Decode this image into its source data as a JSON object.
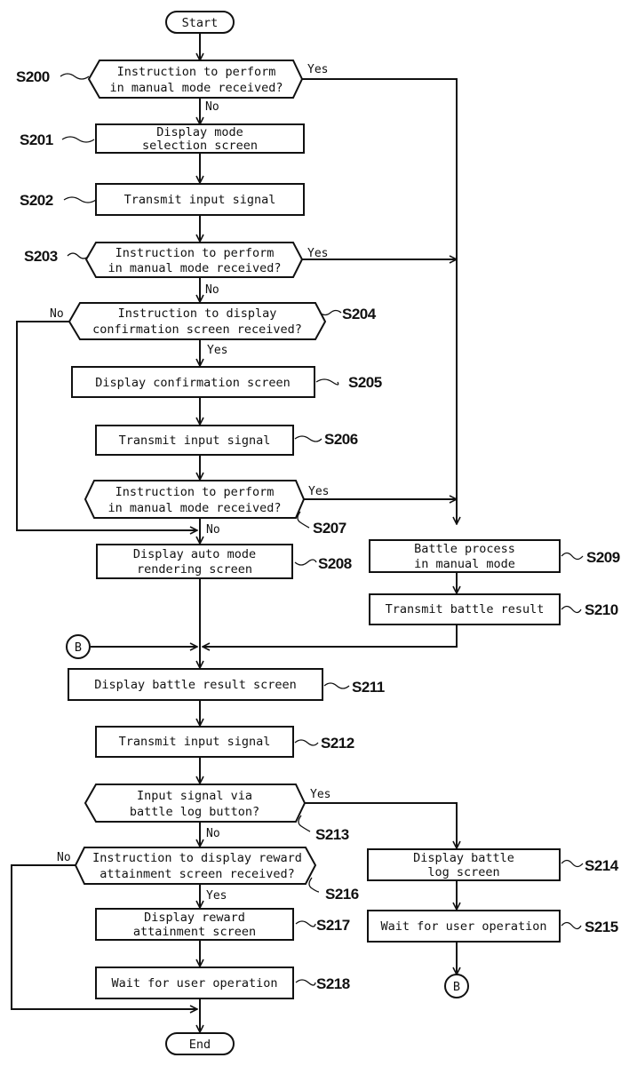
{
  "diagram": {
    "terminals": {
      "start": "Start",
      "end": "End",
      "connector": "B"
    },
    "steps": {
      "S200": {
        "id": "S200",
        "type": "decision",
        "lines": [
          "Instruction to perform",
          "in manual mode received?"
        ]
      },
      "S201": {
        "id": "S201",
        "type": "process",
        "lines": [
          "Display mode",
          "selection screen"
        ]
      },
      "S202": {
        "id": "S202",
        "type": "process",
        "lines": [
          "Transmit input signal"
        ]
      },
      "S203": {
        "id": "S203",
        "type": "decision",
        "lines": [
          "Instruction to perform",
          "in manual mode received?"
        ]
      },
      "S204": {
        "id": "S204",
        "type": "decision",
        "lines": [
          "Instruction to display",
          "confirmation screen received?"
        ]
      },
      "S205": {
        "id": "S205",
        "type": "process",
        "lines": [
          "Display confirmation screen"
        ]
      },
      "S206": {
        "id": "S206",
        "type": "process",
        "lines": [
          "Transmit input signal"
        ]
      },
      "S207": {
        "id": "S207",
        "type": "decision",
        "lines": [
          "Instruction to perform",
          "in manual mode received?"
        ]
      },
      "S208": {
        "id": "S208",
        "type": "process",
        "lines": [
          "Display auto mode",
          "rendering screen"
        ]
      },
      "S209": {
        "id": "S209",
        "type": "process",
        "lines": [
          "Battle process",
          "in manual mode"
        ]
      },
      "S210": {
        "id": "S210",
        "type": "process",
        "lines": [
          "Transmit battle result"
        ]
      },
      "S211": {
        "id": "S211",
        "type": "process",
        "lines": [
          "Display battle result screen"
        ]
      },
      "S212": {
        "id": "S212",
        "type": "process",
        "lines": [
          "Transmit input signal"
        ]
      },
      "S213": {
        "id": "S213",
        "type": "decision",
        "lines": [
          "Input signal via",
          "battle log button?"
        ]
      },
      "S214": {
        "id": "S214",
        "type": "process",
        "lines": [
          "Display battle",
          "log screen"
        ]
      },
      "S215": {
        "id": "S215",
        "type": "process",
        "lines": [
          "Wait for user operation"
        ]
      },
      "S216": {
        "id": "S216",
        "type": "decision",
        "lines": [
          "Instruction to display reward",
          "attainment screen received?"
        ]
      },
      "S217": {
        "id": "S217",
        "type": "process",
        "lines": [
          "Display reward",
          "attainment screen"
        ]
      },
      "S218": {
        "id": "S218",
        "type": "process",
        "lines": [
          "Wait for user operation"
        ]
      }
    },
    "branch_labels": {
      "yes": "Yes",
      "no": "No"
    }
  }
}
